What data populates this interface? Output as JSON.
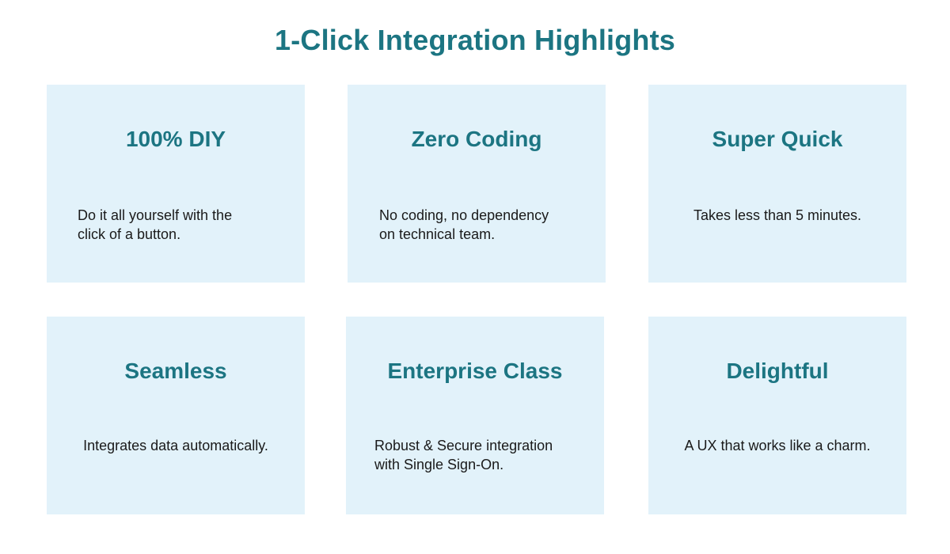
{
  "page": {
    "title": "1-Click Integration Highlights"
  },
  "cards": [
    {
      "title": "100% DIY",
      "description": [
        "Do it all yourself with the",
        "click of a button."
      ]
    },
    {
      "title": "Zero Coding",
      "description": [
        "No coding, no dependency",
        "on technical team."
      ]
    },
    {
      "title": "Super Quick",
      "description": [
        "Takes less than 5 minutes."
      ]
    },
    {
      "title": "Seamless",
      "description": [
        "Integrates data automatically."
      ]
    },
    {
      "title": "Enterprise Class",
      "description": [
        "Robust & Secure integration",
        "with Single Sign-On."
      ]
    },
    {
      "title": "Delightful",
      "description": [
        "A UX that works like a charm."
      ]
    }
  ],
  "colors": {
    "title": "#1c7582",
    "card_background": "#e2f2fa",
    "body_text": "#1a1a1a"
  }
}
